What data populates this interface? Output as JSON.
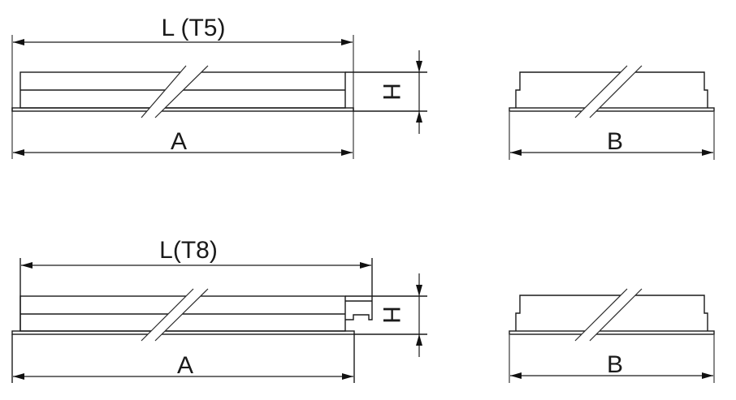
{
  "diagram": {
    "top_row": {
      "length_label": "L (T5)",
      "width_label": "A",
      "height_label": "H",
      "end_view_label": "B"
    },
    "bottom_row": {
      "length_label": "L(T8)",
      "width_label": "A",
      "height_label": "H",
      "end_view_label": "B"
    },
    "colors": {
      "line": "#1a1a1a",
      "background": "#ffffff"
    }
  }
}
